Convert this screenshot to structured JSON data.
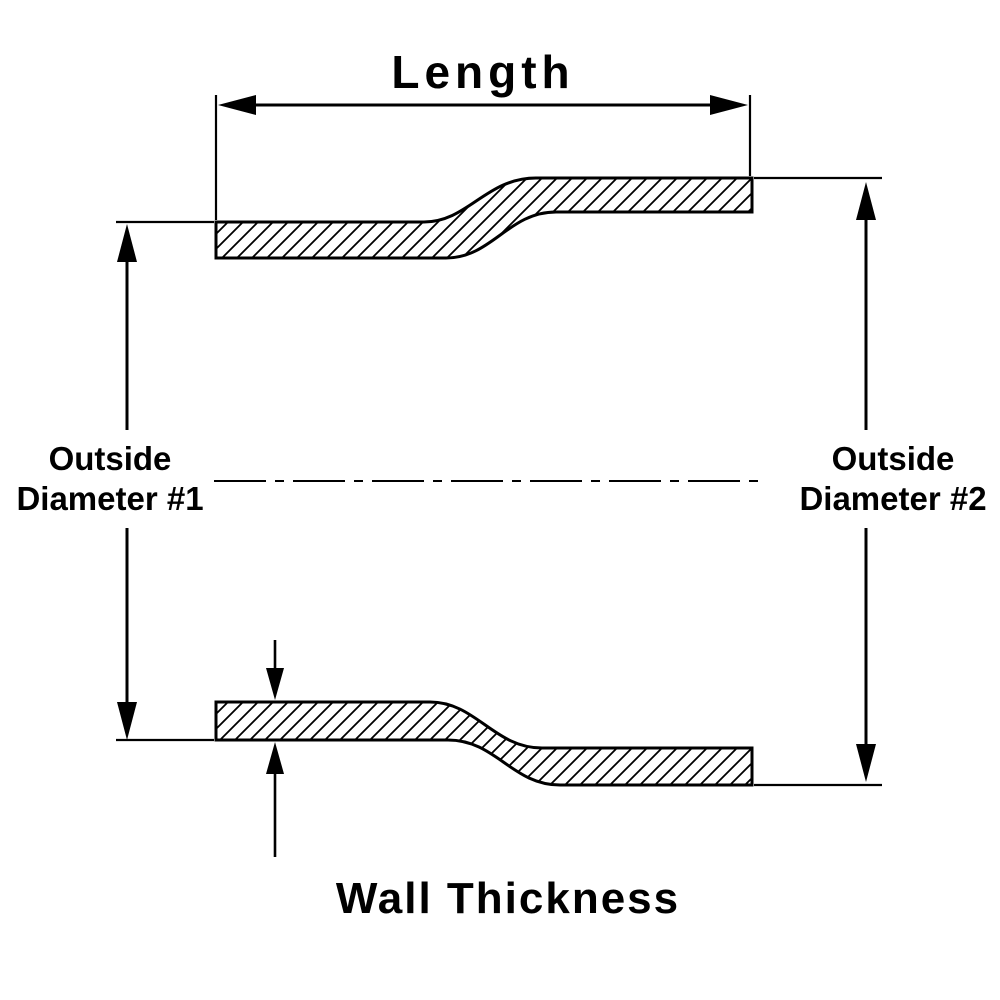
{
  "diagram": {
    "background_color": "#ffffff",
    "line_color": "#000000",
    "labels": {
      "length": "Length",
      "outside_diameter_1": {
        "line1": "Outside",
        "line2": "Diameter #1"
      },
      "outside_diameter_2": {
        "line1": "Outside",
        "line2": "Diameter #2"
      },
      "wall_thickness": "Wall Thickness"
    }
  }
}
